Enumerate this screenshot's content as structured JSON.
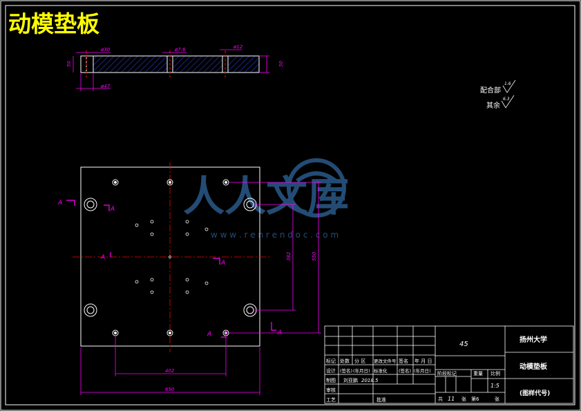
{
  "drawing_title": "动模垫板",
  "colors": {
    "background": "#000000",
    "frame": "#ffffff",
    "title": "#ffff00",
    "dimension": "#ff00ff",
    "centerline": "#ff0000",
    "section_hatch": "#2233aa",
    "watermark": "#2a5a8a"
  },
  "side_view": {
    "dims_top": [
      "ø30",
      "ø7.6",
      "ø12"
    ],
    "dim_bottom": "ø47",
    "dim_left": "50",
    "dim_right": "50"
  },
  "roughness": {
    "mating_label": "配合部",
    "mating_value": "1.6",
    "other_label": "其余",
    "other_value": "6.3"
  },
  "plan_view": {
    "section_marks": [
      "A",
      "A",
      "A",
      "A",
      "A",
      "A"
    ],
    "dim_bottom_inner": "402",
    "dim_bottom_outer": "650",
    "dim_right_inner": "382",
    "dim_right_outer": "550"
  },
  "title_block": {
    "material": "45",
    "university": "扬州大学",
    "part_name": "动模垫板",
    "drawing_no": "(图样代号)",
    "row_labels": [
      "标记",
      "处数",
      "分 区",
      "更改文件号",
      "签名",
      "年 月 日"
    ],
    "design_label": "设计",
    "design_sign": "(签名)",
    "design_date": "(年月日)",
    "standardize_label": "标准化",
    "standardize_sign": "(签名)",
    "standardize_date": "(年月日)",
    "draw_label": "制图",
    "drawer": "刘亚鹏",
    "draw_date": "2018.5",
    "review_label": "审核",
    "process_label": "工艺",
    "approve_label": "批准",
    "stage_label": "阶段标记",
    "weight_label": "重量",
    "scale_label": "比例",
    "scale_value": "1:5",
    "total_prefix": "共",
    "total_sheets": "11",
    "sheet_prefix": "张",
    "sheet_no": "第6",
    "sheet_suffix": "张"
  },
  "watermark": {
    "text": "人人文库",
    "url": "w w w . r e n r e n d o c . c o m"
  }
}
